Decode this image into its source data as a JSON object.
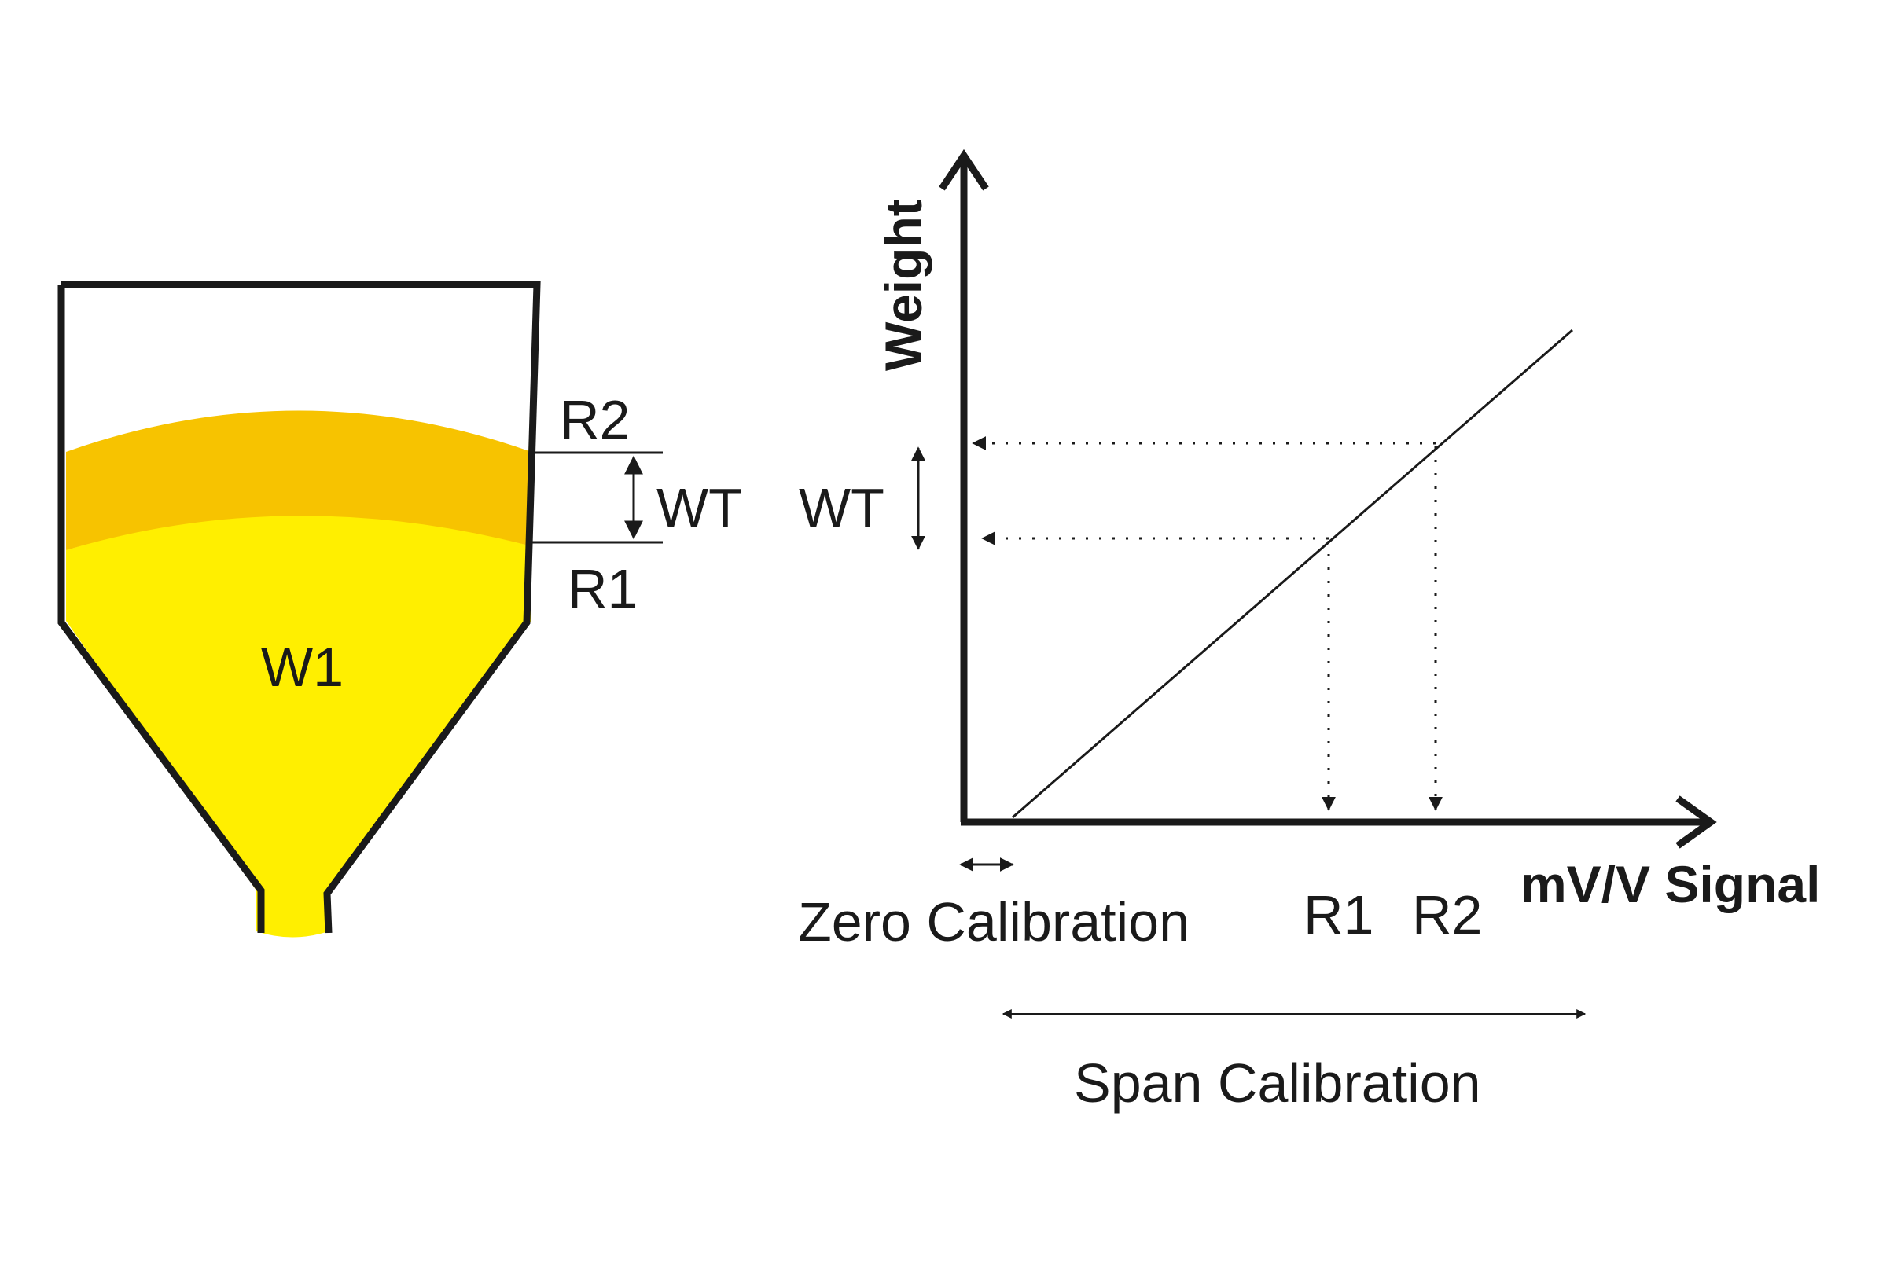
{
  "hopper": {
    "contents_label": "W1",
    "upper_level_label": "R2",
    "lower_level_label": "R1",
    "difference_label": "WT",
    "colors": {
      "material": "#ffef00",
      "band": "#f7c300",
      "outline": "#1a1a1a"
    }
  },
  "graph": {
    "y_axis_label": "Weight",
    "x_axis_label": "mV/V Signal",
    "difference_label": "WT",
    "x_marks": [
      "R1",
      "R2"
    ],
    "zero_label": "Zero Calibration",
    "span_label": "Span Calibration"
  }
}
